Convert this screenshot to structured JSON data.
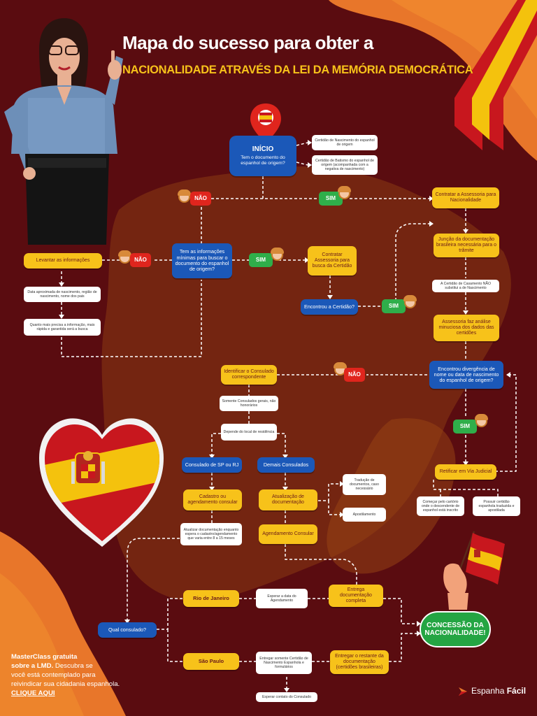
{
  "title": {
    "line1": "Mapa do sucesso para obter a",
    "line2": "NACIONALIDADE ATRAVÉS DA LEI DA MEMÓRIA DEMOCRÁTICA"
  },
  "colors": {
    "background": "#5a0c10",
    "node_yellow": "#f7c21a",
    "node_blue": "#1b58b8",
    "yes_green": "#2fae4a",
    "no_red": "#e0251d",
    "final_green": "#24a543"
  },
  "labels": {
    "yes": "SIM",
    "no": "NÃO"
  },
  "flow": {
    "inicio_title": "INÍCIO",
    "inicio_question": "Tem o documento do espanhol de origem?",
    "doc_nascimento": "Certidão de Nascimento do espanhol de origem",
    "doc_batismo": "Certidão de Batismo do espanhol de origem (acompanhada com a negativa de nascimento)",
    "contratar_assessoria": "Contratar a Assessoria para Nacionalidade",
    "juncao_documentacao": "Junção da documentação brasileira necessária para o trâmite",
    "casamento_note": "A Certidão de Casamento NÃO substitui a de Nascimento",
    "assessoria_analise": "Assessoria faz análise minuciosa dos dados das certidões",
    "divergencia_question": "Encontrou divergência de nome ou data de nascimento do espanhol de origem?",
    "retificar": "Retificar em Via Judicial",
    "comecar_cartorio": "Começar pelo cartório onde o descendente de espanhol está inscrito",
    "possuir_certidao": "Possuir certidão espanhola traduzida e apostilada",
    "info_question": "Tem as informações mínimas para buscar o documento do espanhol de origem?",
    "levantar_info": "Levantar as informações",
    "data_aproximada": "Data aproximada de nascimento, região de nascimento, nome dos pais",
    "quanto_mais": "Quanto mais precisa a informação, mais rápida e garantida será a busca",
    "contratar_busca": "Contratar Assessoria para busca da Certidão",
    "encontrou_certidao": "Encontrou a Certidão?",
    "identificar_consulado": "Identificar o Consulado correspondente",
    "somente_consulados": "Somente Consulados gerais, não honorários",
    "depende_local": "Depende do local de residência",
    "consulado_sp_rj": "Consulado de SP ou RJ",
    "demais_consulados": "Demais Consulados",
    "cadastro": "Cadastro ou agendamento consular",
    "atualizacao": "Atualização de documentação",
    "traducao": "Tradução de documentos, caso necessário",
    "apostilamento": "Apostilamento",
    "atualizar_espera": "Atualizar documentação enquanto espera o cadastro/agendamento que varia entre 8 a 15 meses",
    "agendamento_consular": "Agendamento Consular",
    "qual_consulado": "Qual consulado?",
    "rio": "Rio de Janeiro",
    "sao_paulo": "São Paulo",
    "esperar_agendamento": "Esperar a data do Agendamento",
    "entrega_completa": "Entrega documentação completa",
    "entregar_somente": "Entregar somente Certidão de Nascimento Espanhola e formulários",
    "entregar_restante": "Entregar o restante da documentação (certidões brasileiras)",
    "esperar_contato": "Esperar contato do Consulado",
    "concessao": "CONCESSÃO DA NACIONALIDADE!"
  },
  "promo": {
    "bold1": "MasterClass gratuita",
    "bold2": "sobre a LMD.",
    "rest1": " Descubra se",
    "rest2": "você está contemplado para",
    "rest3": "reivindicar sua cidadania espanhola.",
    "cta": "CLIQUE AQUI"
  },
  "brand": {
    "name_regular": "Espanha ",
    "name_bold": "Fácil"
  },
  "illustrations": {
    "flag_heart": "spain-flag-heart",
    "ribbon": "spain-flag-ribbon",
    "hand_flag": "hand-holding-spain-flag",
    "pin": "map-pin-icon",
    "presenter": "woman-presenter"
  }
}
